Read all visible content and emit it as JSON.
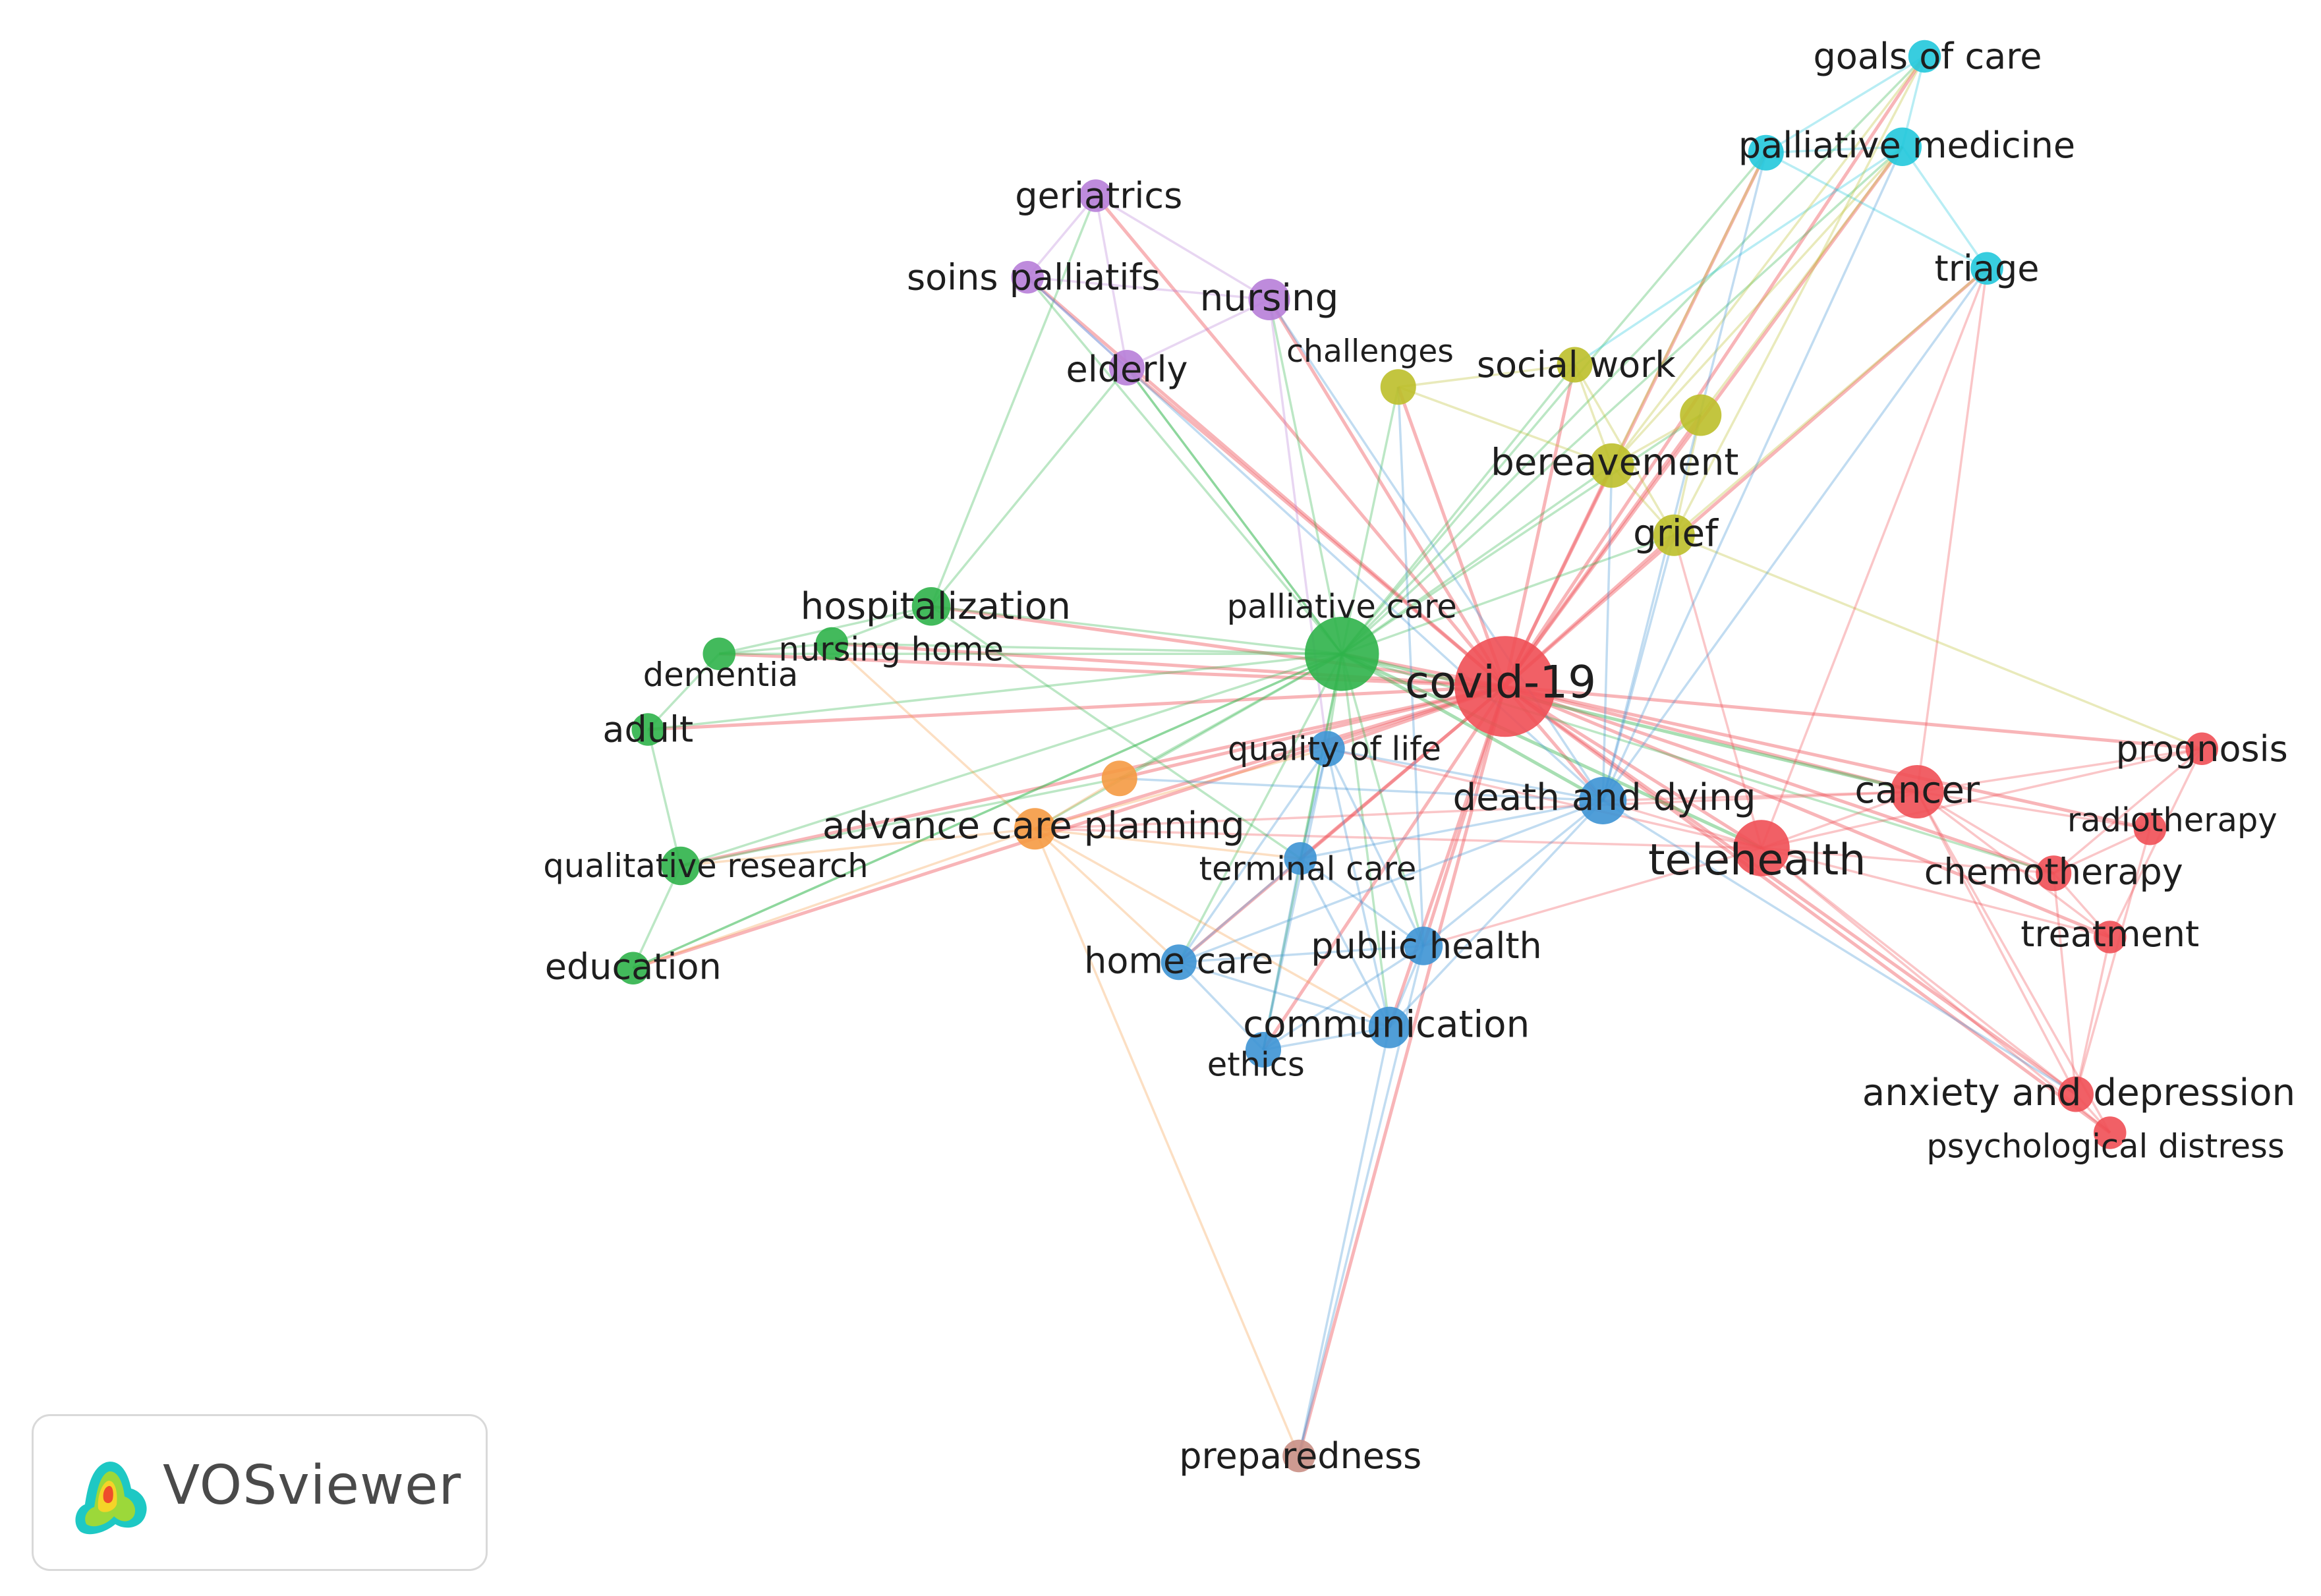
{
  "colors": {
    "red": "#ef4f55",
    "green": "#2fb34a",
    "blue": "#3d93d4",
    "yellow": "#bcbf2a",
    "purple": "#b77ed8",
    "cyan": "#22c8dc",
    "orange": "#f59a43",
    "brown": "#c98f85"
  },
  "nodes": [
    {
      "id": "covid-19",
      "label": "covid-19",
      "color": "red"
    },
    {
      "id": "palliative-care",
      "label": "palliative care",
      "color": "green"
    },
    {
      "id": "cancer",
      "label": "cancer",
      "color": "red"
    },
    {
      "id": "telehealth",
      "label": "telehealth",
      "color": "red"
    },
    {
      "id": "prognosis",
      "label": "prognosis",
      "color": "red"
    },
    {
      "id": "radiotherapy",
      "label": "radiotherapy",
      "color": "red"
    },
    {
      "id": "chemotherapy",
      "label": "chemotherapy",
      "color": "red"
    },
    {
      "id": "treatment",
      "label": "treatment",
      "color": "red"
    },
    {
      "id": "anxiety-and-depression",
      "label": "anxiety and depression",
      "color": "red"
    },
    {
      "id": "psychological-distress",
      "label": "psychological distress",
      "color": "red"
    },
    {
      "id": "hospitalization",
      "label": "hospitalization",
      "color": "green"
    },
    {
      "id": "nursing-home",
      "label": "nursing home",
      "color": "green"
    },
    {
      "id": "dementia",
      "label": "dementia",
      "color": "green"
    },
    {
      "id": "adult",
      "label": "adult",
      "color": "green"
    },
    {
      "id": "qualitative-research",
      "label": "qualitative research",
      "color": "green"
    },
    {
      "id": "education",
      "label": "education",
      "color": "green"
    },
    {
      "id": "quality-of-life",
      "label": "quality of life",
      "color": "blue"
    },
    {
      "id": "death-and-dying",
      "label": "death and dying",
      "color": "blue"
    },
    {
      "id": "terminal-care",
      "label": "terminal care",
      "color": "blue"
    },
    {
      "id": "home-care",
      "label": "home care",
      "color": "blue"
    },
    {
      "id": "public-health",
      "label": "public health",
      "color": "blue"
    },
    {
      "id": "communication",
      "label": "communication",
      "color": "blue"
    },
    {
      "id": "ethics",
      "label": "ethics",
      "color": "blue"
    },
    {
      "id": "advance-care-planning",
      "label": "advance care planning",
      "color": "orange"
    },
    {
      "id": "orange-minor",
      "label": "",
      "color": "orange"
    },
    {
      "id": "challenges",
      "label": "challenges",
      "color": "yellow"
    },
    {
      "id": "social-work",
      "label": "social work",
      "color": "yellow"
    },
    {
      "id": "yellow-minor",
      "label": "",
      "color": "yellow"
    },
    {
      "id": "bereavement",
      "label": "bereavement",
      "color": "yellow"
    },
    {
      "id": "grief",
      "label": "grief",
      "color": "yellow"
    },
    {
      "id": "geriatrics",
      "label": "geriatrics",
      "color": "purple"
    },
    {
      "id": "soins-palliatifs",
      "label": "soins palliatifs",
      "color": "purple"
    },
    {
      "id": "nursing",
      "label": "nursing",
      "color": "purple"
    },
    {
      "id": "elderly",
      "label": "elderly",
      "color": "purple"
    },
    {
      "id": "goals-of-care",
      "label": "goals of care",
      "color": "cyan"
    },
    {
      "id": "palliative-medicine",
      "label": "palliative medicine",
      "color": "cyan"
    },
    {
      "id": "cyan-minor",
      "label": "",
      "color": "cyan"
    },
    {
      "id": "triage",
      "label": "triage",
      "color": "cyan"
    },
    {
      "id": "preparedness",
      "label": "preparedness",
      "color": "brown"
    }
  ],
  "links": [
    [
      "covid-19",
      "palliative-care"
    ],
    [
      "covid-19",
      "cancer"
    ],
    [
      "covid-19",
      "telehealth"
    ],
    [
      "covid-19",
      "prognosis"
    ],
    [
      "covid-19",
      "radiotherapy"
    ],
    [
      "covid-19",
      "chemotherapy"
    ],
    [
      "covid-19",
      "treatment"
    ],
    [
      "covid-19",
      "anxiety-and-depression"
    ],
    [
      "covid-19",
      "psychological-distress"
    ],
    [
      "covid-19",
      "death-and-dying"
    ],
    [
      "covid-19",
      "quality-of-life"
    ],
    [
      "covid-19",
      "terminal-care"
    ],
    [
      "covid-19",
      "home-care"
    ],
    [
      "covid-19",
      "public-health"
    ],
    [
      "covid-19",
      "communication"
    ],
    [
      "covid-19",
      "ethics"
    ],
    [
      "covid-19",
      "advance-care-planning"
    ],
    [
      "covid-19",
      "orange-minor"
    ],
    [
      "covid-19",
      "hospitalization"
    ],
    [
      "covid-19",
      "nursing-home"
    ],
    [
      "covid-19",
      "dementia"
    ],
    [
      "covid-19",
      "adult"
    ],
    [
      "covid-19",
      "qualitative-research"
    ],
    [
      "covid-19",
      "education"
    ],
    [
      "covid-19",
      "bereavement"
    ],
    [
      "covid-19",
      "grief"
    ],
    [
      "covid-19",
      "social-work"
    ],
    [
      "covid-19",
      "yellow-minor"
    ],
    [
      "covid-19",
      "challenges"
    ],
    [
      "covid-19",
      "nursing"
    ],
    [
      "covid-19",
      "elderly"
    ],
    [
      "covid-19",
      "soins-palliatifs"
    ],
    [
      "covid-19",
      "geriatrics"
    ],
    [
      "covid-19",
      "palliative-medicine"
    ],
    [
      "covid-19",
      "cyan-minor"
    ],
    [
      "covid-19",
      "goals-of-care"
    ],
    [
      "covid-19",
      "triage"
    ],
    [
      "covid-19",
      "preparedness"
    ],
    [
      "palliative-care",
      "hospitalization"
    ],
    [
      "palliative-care",
      "nursing-home"
    ],
    [
      "palliative-care",
      "dementia"
    ],
    [
      "palliative-care",
      "adult"
    ],
    [
      "palliative-care",
      "qualitative-research"
    ],
    [
      "palliative-care",
      "education"
    ],
    [
      "palliative-care",
      "advance-care-planning"
    ],
    [
      "palliative-care",
      "orange-minor"
    ],
    [
      "palliative-care",
      "quality-of-life"
    ],
    [
      "palliative-care",
      "terminal-care"
    ],
    [
      "palliative-care",
      "home-care"
    ],
    [
      "palliative-care",
      "public-health"
    ],
    [
      "palliative-care",
      "communication"
    ],
    [
      "palliative-care",
      "ethics"
    ],
    [
      "palliative-care",
      "death-and-dying"
    ],
    [
      "palliative-care",
      "bereavement"
    ],
    [
      "palliative-care",
      "grief"
    ],
    [
      "palliative-care",
      "social-work"
    ],
    [
      "palliative-care",
      "challenges"
    ],
    [
      "palliative-care",
      "yellow-minor"
    ],
    [
      "palliative-care",
      "nursing"
    ],
    [
      "palliative-care",
      "elderly"
    ],
    [
      "palliative-care",
      "soins-palliatifs"
    ],
    [
      "palliative-care",
      "palliative-medicine"
    ],
    [
      "palliative-care",
      "cyan-minor"
    ],
    [
      "palliative-care",
      "goals-of-care"
    ],
    [
      "palliative-care",
      "cancer"
    ],
    [
      "palliative-care",
      "telehealth"
    ],
    [
      "palliative-care",
      "chemotherapy"
    ],
    [
      "cancer",
      "prognosis"
    ],
    [
      "cancer",
      "radiotherapy"
    ],
    [
      "cancer",
      "chemotherapy"
    ],
    [
      "cancer",
      "treatment"
    ],
    [
      "cancer",
      "anxiety-and-depression"
    ],
    [
      "cancer",
      "psychological-distress"
    ],
    [
      "cancer",
      "telehealth"
    ],
    [
      "cancer",
      "triage"
    ],
    [
      "cancer",
      "death-and-dying"
    ],
    [
      "cancer",
      "advance-care-planning"
    ],
    [
      "telehealth",
      "death-and-dying"
    ],
    [
      "telehealth",
      "chemotherapy"
    ],
    [
      "telehealth",
      "treatment"
    ],
    [
      "telehealth",
      "anxiety-and-depression"
    ],
    [
      "telehealth",
      "psychological-distress"
    ],
    [
      "telehealth",
      "quality-of-life"
    ],
    [
      "telehealth",
      "advance-care-planning"
    ],
    [
      "telehealth",
      "public-health"
    ],
    [
      "telehealth",
      "prognosis"
    ],
    [
      "telehealth",
      "grief"
    ],
    [
      "chemotherapy",
      "radiotherapy"
    ],
    [
      "chemotherapy",
      "treatment"
    ],
    [
      "chemotherapy",
      "prognosis"
    ],
    [
      "treatment",
      "anxiety-and-depression"
    ],
    [
      "treatment",
      "prognosis"
    ],
    [
      "radiotherapy",
      "anxiety-and-depression"
    ],
    [
      "anxiety-and-depression",
      "psychological-distress"
    ],
    [
      "anxiety-and-depression",
      "chemotherapy"
    ],
    [
      "death-and-dying",
      "quality-of-life"
    ],
    [
      "death-and-dying",
      "terminal-care"
    ],
    [
      "death-and-dying",
      "public-health"
    ],
    [
      "death-and-dying",
      "home-care"
    ],
    [
      "death-and-dying",
      "bereavement"
    ],
    [
      "death-and-dying",
      "grief"
    ],
    [
      "death-and-dying",
      "communication"
    ],
    [
      "death-and-dying",
      "anxiety-and-depression"
    ],
    [
      "quality-of-life",
      "terminal-care"
    ],
    [
      "quality-of-life",
      "home-care"
    ],
    [
      "quality-of-life",
      "public-health"
    ],
    [
      "quality-of-life",
      "communication"
    ],
    [
      "quality-of-life",
      "ethics"
    ],
    [
      "quality-of-life",
      "advance-care-planning"
    ],
    [
      "quality-of-life",
      "nursing"
    ],
    [
      "terminal-care",
      "home-care"
    ],
    [
      "terminal-care",
      "public-health"
    ],
    [
      "terminal-care",
      "communication"
    ],
    [
      "terminal-care",
      "ethics"
    ],
    [
      "terminal-care",
      "advance-care-planning"
    ],
    [
      "home-care",
      "communication"
    ],
    [
      "home-care",
      "ethics"
    ],
    [
      "home-care",
      "public-health"
    ],
    [
      "public-health",
      "communication"
    ],
    [
      "public-health",
      "ethics"
    ],
    [
      "communication",
      "ethics"
    ],
    [
      "communication",
      "preparedness"
    ],
    [
      "public-health",
      "preparedness"
    ],
    [
      "advance-care-planning",
      "preparedness"
    ],
    [
      "advance-care-planning",
      "orange-minor"
    ],
    [
      "advance-care-planning",
      "qualitative-research"
    ],
    [
      "advance-care-planning",
      "education"
    ],
    [
      "advance-care-planning",
      "nursing-home"
    ],
    [
      "advance-care-planning",
      "home-care"
    ],
    [
      "advance-care-planning",
      "communication"
    ],
    [
      "orange-minor",
      "qualitative-research"
    ],
    [
      "orange-minor",
      "death-and-dying"
    ],
    [
      "hospitalization",
      "nursing-home"
    ],
    [
      "hospitalization",
      "dementia"
    ],
    [
      "hospitalization",
      "geriatrics"
    ],
    [
      "hospitalization",
      "elderly"
    ],
    [
      "hospitalization",
      "terminal-care"
    ],
    [
      "nursing-home",
      "dementia"
    ],
    [
      "dementia",
      "adult"
    ],
    [
      "adult",
      "qualitative-research"
    ],
    [
      "qualitative-research",
      "education"
    ],
    [
      "education",
      "palliative-care"
    ],
    [
      "geriatrics",
      "soins-palliatifs"
    ],
    [
      "geriatrics",
      "nursing"
    ],
    [
      "geriatrics",
      "elderly"
    ],
    [
      "soins-palliatifs",
      "elderly"
    ],
    [
      "soins-palliatifs",
      "nursing"
    ],
    [
      "soins-palliatifs",
      "death-and-dying"
    ],
    [
      "nursing",
      "elderly"
    ],
    [
      "nursing",
      "death-and-dying"
    ],
    [
      "elderly",
      "palliative-care"
    ],
    [
      "challenges",
      "social-work"
    ],
    [
      "challenges",
      "bereavement"
    ],
    [
      "challenges",
      "public-health"
    ],
    [
      "social-work",
      "bereavement"
    ],
    [
      "social-work",
      "grief"
    ],
    [
      "social-work",
      "palliative-medicine"
    ],
    [
      "yellow-minor",
      "bereavement"
    ],
    [
      "yellow-minor",
      "grief"
    ],
    [
      "yellow-minor",
      "palliative-medicine"
    ],
    [
      "bereavement",
      "grief"
    ],
    [
      "bereavement",
      "goals-of-care"
    ],
    [
      "grief",
      "prognosis"
    ],
    [
      "grief",
      "triage"
    ],
    [
      "palliative-medicine",
      "goals-of-care"
    ],
    [
      "palliative-medicine",
      "cyan-minor"
    ],
    [
      "palliative-medicine",
      "triage"
    ],
    [
      "palliative-medicine",
      "bereavement"
    ],
    [
      "palliative-medicine",
      "death-and-dying"
    ],
    [
      "cyan-minor",
      "goals-of-care"
    ],
    [
      "cyan-minor",
      "triage"
    ],
    [
      "cyan-minor",
      "bereavement"
    ],
    [
      "cyan-minor",
      "death-and-dying"
    ],
    [
      "goals-of-care",
      "grief"
    ],
    [
      "triage",
      "death-and-dying"
    ],
    [
      "triage",
      "telehealth"
    ]
  ],
  "logo": {
    "text": "VOSviewer"
  }
}
